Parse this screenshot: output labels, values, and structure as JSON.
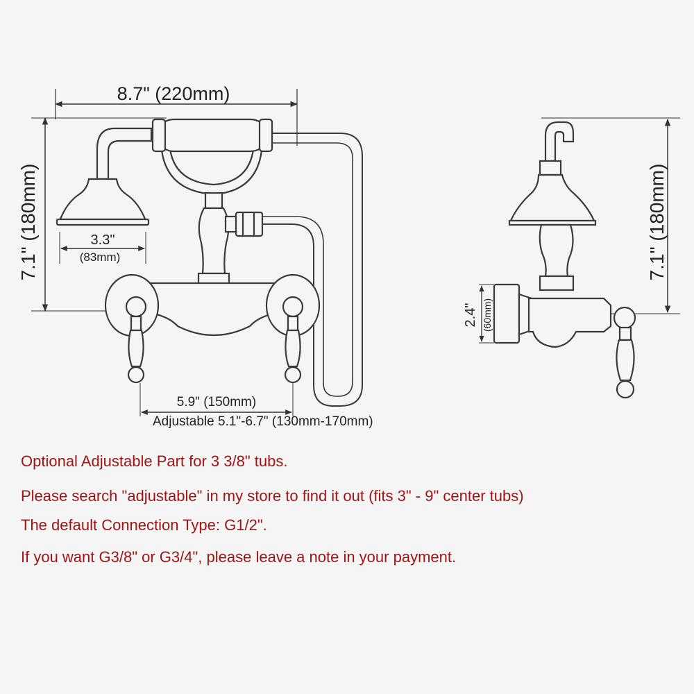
{
  "dimensions": {
    "overall_width": "8.7\" (220mm)",
    "height_front": "7.1\" (180mm)",
    "head_diameter": "3.3\"",
    "head_diameter_mm": "(83mm)",
    "center_spacing": "5.9\" (150mm)",
    "adjustable_range": "Adjustable 5.1\"-6.7\" (130mm-170mm)",
    "height_side": "7.1\" (180mm)",
    "wall_plate": "2.4\"",
    "wall_plate_mm": "(60mm)"
  },
  "notes": [
    "Optional Adjustable Part for 3 3/8\" tubs.",
    "Please search \"adjustable\" in my store to find it out (fits 3\" - 9\" center tubs)",
    "The default Connection Type: G1/2\".",
    "If you want G3/8\" or G3/4\", please leave a note in your payment."
  ],
  "colors": {
    "line": "#3a3a3a",
    "note_text": "#a01414",
    "background": "#f5f5f5"
  }
}
